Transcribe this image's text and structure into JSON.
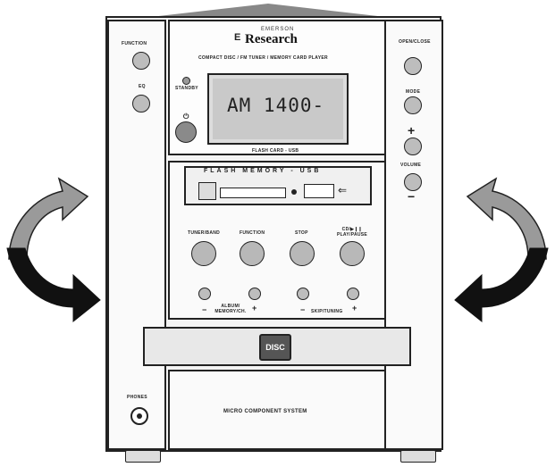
{
  "device": {
    "brand_tagline": "EMERSON",
    "brand_name": "Research",
    "brand_mark": "E",
    "product_line": "COMPACT DISC / FM TUNER / MEMORY CARD PLAYER",
    "system_name": "MICRO COMPONENT SYSTEM",
    "disc_logo": "DISC"
  },
  "display": {
    "readout": "AM  1400-",
    "standby_label": "STANDBY"
  },
  "left_panel": {
    "function_label": "FUNCTION",
    "button2_label": "EQ",
    "phones_label": "PHONES"
  },
  "right_panel": {
    "open_close_label": "OPEN/CLOSE",
    "mode_label": "MODE",
    "volume_label": "VOLUME",
    "plus": "+",
    "minus": "−"
  },
  "center": {
    "power_symbol": "⏻",
    "flash_card_usb": "FLASH CARD - USB",
    "flash_title": "FLASH MEMORY - USB",
    "tuner_band": "TUNER/BAND",
    "function": "FUNCTION",
    "stop": "STOP",
    "play_pause": "CD/▶❙❙ PLAY/PAUSE",
    "album_memory": "ALBUM/ MEMORY/CH.",
    "skip_tuning": "SKIP/TUNING",
    "minus": "−",
    "plus": "+"
  },
  "colors": {
    "frame": "#222222",
    "lcd": "#c9c9c9",
    "arrow_dark": "#111111",
    "arrow_light": "#9a9a9a"
  }
}
